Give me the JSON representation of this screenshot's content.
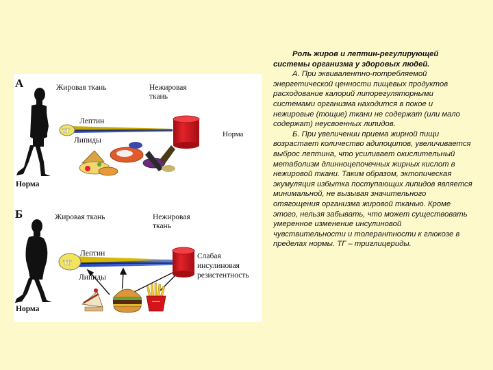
{
  "diagram": {
    "panel_a": {
      "letter": "А",
      "fat_tissue": "Жировая ткань",
      "nonfat_tissue_line1": "Нежировая",
      "nonfat_tissue_line2": "ткань",
      "leptin": "Лептин",
      "lipids": "Липиды",
      "tg": "ТГ",
      "outcome": "Норма",
      "person_label": "Норма"
    },
    "panel_b": {
      "letter": "Б",
      "fat_tissue": "Жировая ткань",
      "nonfat_tissue_line1": "Нежировая",
      "nonfat_tissue_line2": "ткань",
      "leptin": "Лептин",
      "lipids": "Липиды",
      "tg": "ТГ",
      "outcome_line1": "Слабая",
      "outcome_line2": "инсулиновая",
      "outcome_line3": "резистентность",
      "person_label": "Норма"
    },
    "colors": {
      "person": "#111111",
      "adipocyte": "#f2e45c",
      "cylinder": "#d4141a",
      "leptin_arrow": "#c9a800"
    }
  },
  "text": {
    "title": "Роль жиров и лептин-регулирующей системы организма у здоровых людей.",
    "para_a": "А. При эквивалентно-потребляемой энергетической ценности пищевых продуктов расходование калорий липорегуляторными системами организма находится в покое и нежировые (тощие) ткани не содержат (или мало содержат) неусвоенных липидов.",
    "para_b": "Б. При увеличении приема жирной пищи возрастает количество адипоцитов, увеличивается выброс лептина, что усиливает окислительный метаболизм длинноцепочечных жирных кислот в нежировой ткани. Таким образом, эктопическая экумуляция избытка поступающих липидов является минимальной, не вызывая значительного отягощения организма жировой тканью. Кроме этого, нельзя забывать, что может существовать умеренное изменение инсулиновой чувствительности и толерантности к глюкозе в пределах нормы. ТГ – триглицериды."
  }
}
